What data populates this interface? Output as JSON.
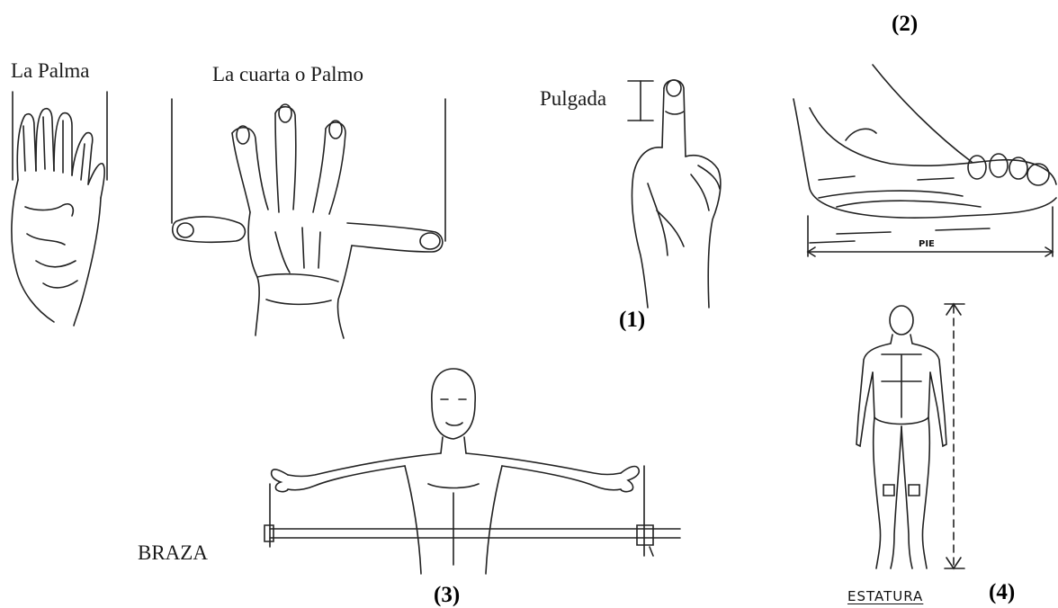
{
  "labels": {
    "palma": "La Palma",
    "cuarta": "La cuarta o Palmo",
    "pulgada": "Pulgada",
    "pie": "PIE",
    "braza": "BRAZA",
    "estatura": "ESTATURA"
  },
  "numbers": {
    "n1": "(1)",
    "n2": "(2)",
    "n3": "(3)",
    "n4": "(4)"
  }
}
